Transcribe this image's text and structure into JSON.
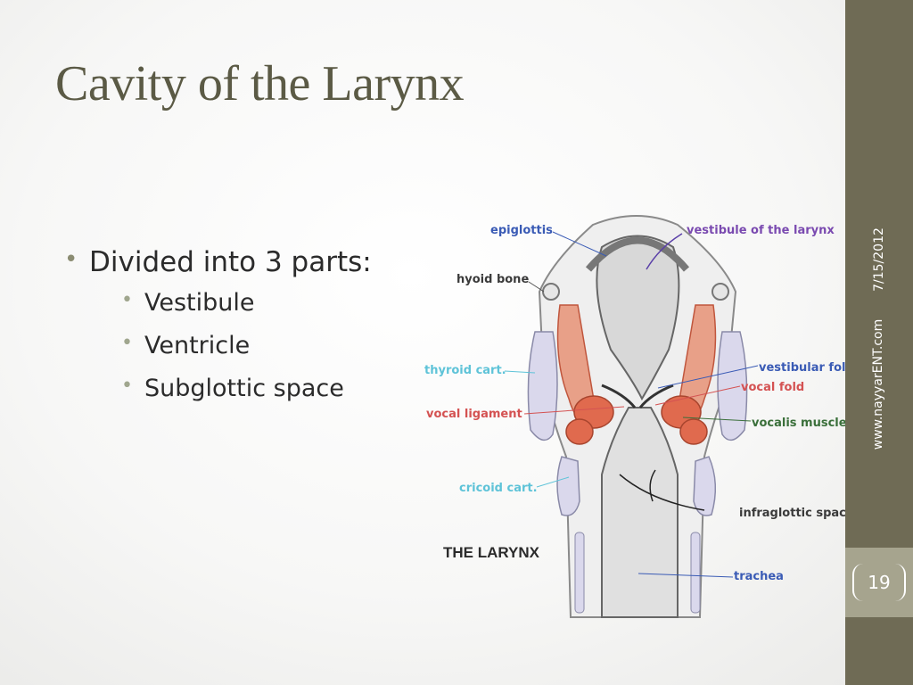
{
  "slide": {
    "title": "Cavity of the Larynx",
    "bullet_main": "Divided into 3 parts:",
    "sub_bullets": [
      "Vestibule",
      "Ventricle",
      "Subglottic space"
    ],
    "date": "7/15/2012",
    "website": "www.nayyarENT.com",
    "page_number": "19"
  },
  "figure": {
    "title": "THE LARYNX",
    "labels": {
      "epiglottis": "epiglottis",
      "vestibule": "vestibule of the larynx",
      "hyoid": "hyoid bone",
      "thyroid": "thyroid cart.",
      "vestibular_fold": "vestibular fold",
      "vocal_fold": "vocal fold",
      "vocal_ligament": "vocal ligament",
      "vocalis_muscle": "vocalis muscle",
      "cricoid": "cricoid cart.",
      "infraglottic": "infraglottic space",
      "trachea": "trachea"
    }
  },
  "colors": {
    "title": "#5b5a45",
    "sidebar": "#6f6b55",
    "page_box": "#a6a48e",
    "label_blue": "#3a5bb5",
    "label_red": "#d45252",
    "label_green": "#3a6f3a",
    "label_cyan": "#5ec3d8"
  }
}
